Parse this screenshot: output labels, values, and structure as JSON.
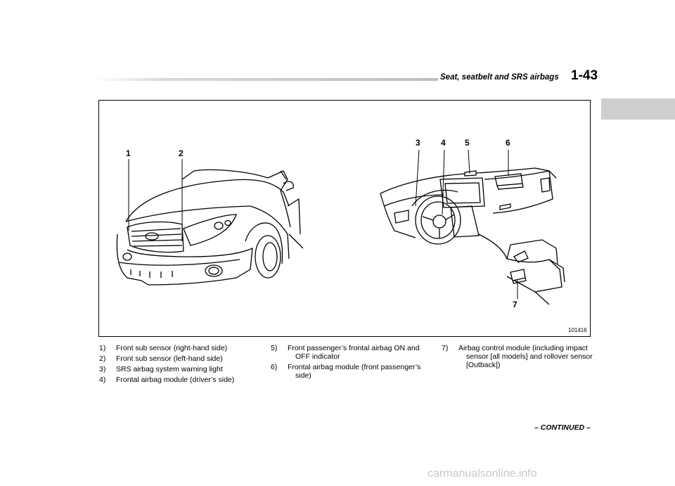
{
  "header": {
    "title": "Seat, seatbelt and SRS airbags",
    "page": "1-43"
  },
  "figure": {
    "code": "101416",
    "callouts": [
      "1",
      "2",
      "3",
      "4",
      "5",
      "6",
      "7"
    ]
  },
  "legend": {
    "col1": [
      {
        "num": "1)",
        "text": "Front sub sensor (right-hand side)"
      },
      {
        "num": "2)",
        "text": "Front sub sensor (left-hand side)"
      },
      {
        "num": "3)",
        "text": "SRS airbag system warning light"
      },
      {
        "num": "4)",
        "text": "Frontal airbag module (driver’s side)"
      }
    ],
    "col2": [
      {
        "num": "5)",
        "line1": "Front passenger’s frontal airbag ON and",
        "line2": "OFF indicator"
      },
      {
        "num": "6)",
        "line1": "Frontal airbag module (front passenger’s",
        "line2": "side)"
      }
    ],
    "col3": [
      {
        "num": "7)",
        "line1": "Airbag control module (including impact",
        "line2": "sensor [all models] and rollover sensor",
        "line3": "[Outback])"
      }
    ]
  },
  "footer": {
    "continued": "– CONTINUED –",
    "watermark": "carmanualsonline.info"
  }
}
